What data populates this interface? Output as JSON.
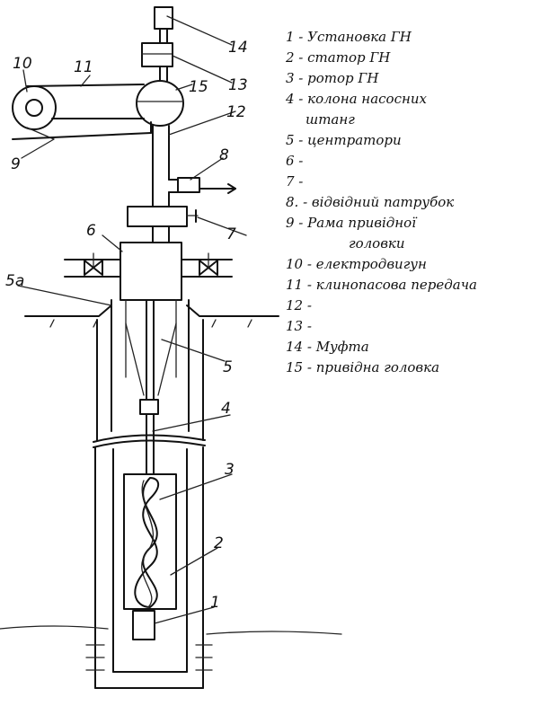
{
  "callouts": {
    "c1": "1",
    "c2": "2",
    "c3": "3",
    "c4": "4",
    "c5": "5",
    "c5a": "5а",
    "c6": "6",
    "c7": "7",
    "c8": "8",
    "c9": "9",
    "c10": "10",
    "c11": "11",
    "c12": "12",
    "c13": "13",
    "c14": "14",
    "c15": "15"
  },
  "legend": [
    {
      "text": "1 - Установка ГН"
    },
    {
      "text": "2 - статор ГН"
    },
    {
      "text": "3 - ротор ГН"
    },
    {
      "text": "4 - колона насосних",
      "cont": "штанг"
    },
    {
      "text": "5 - центратори"
    },
    {
      "text": "6 -"
    },
    {
      "text": "7 -"
    },
    {
      "text": "8. - відвідний патрубок"
    },
    {
      "text": "9 - Рама привідної",
      "cont": "головки",
      "cont_indent": true
    },
    {
      "text": "10 - електродвигун"
    },
    {
      "text": "11 - клинопасова передача"
    },
    {
      "text": "12 -"
    },
    {
      "text": "13 -"
    },
    {
      "text": "14 - Муфта"
    },
    {
      "text": "15 - привідна головка"
    }
  ]
}
